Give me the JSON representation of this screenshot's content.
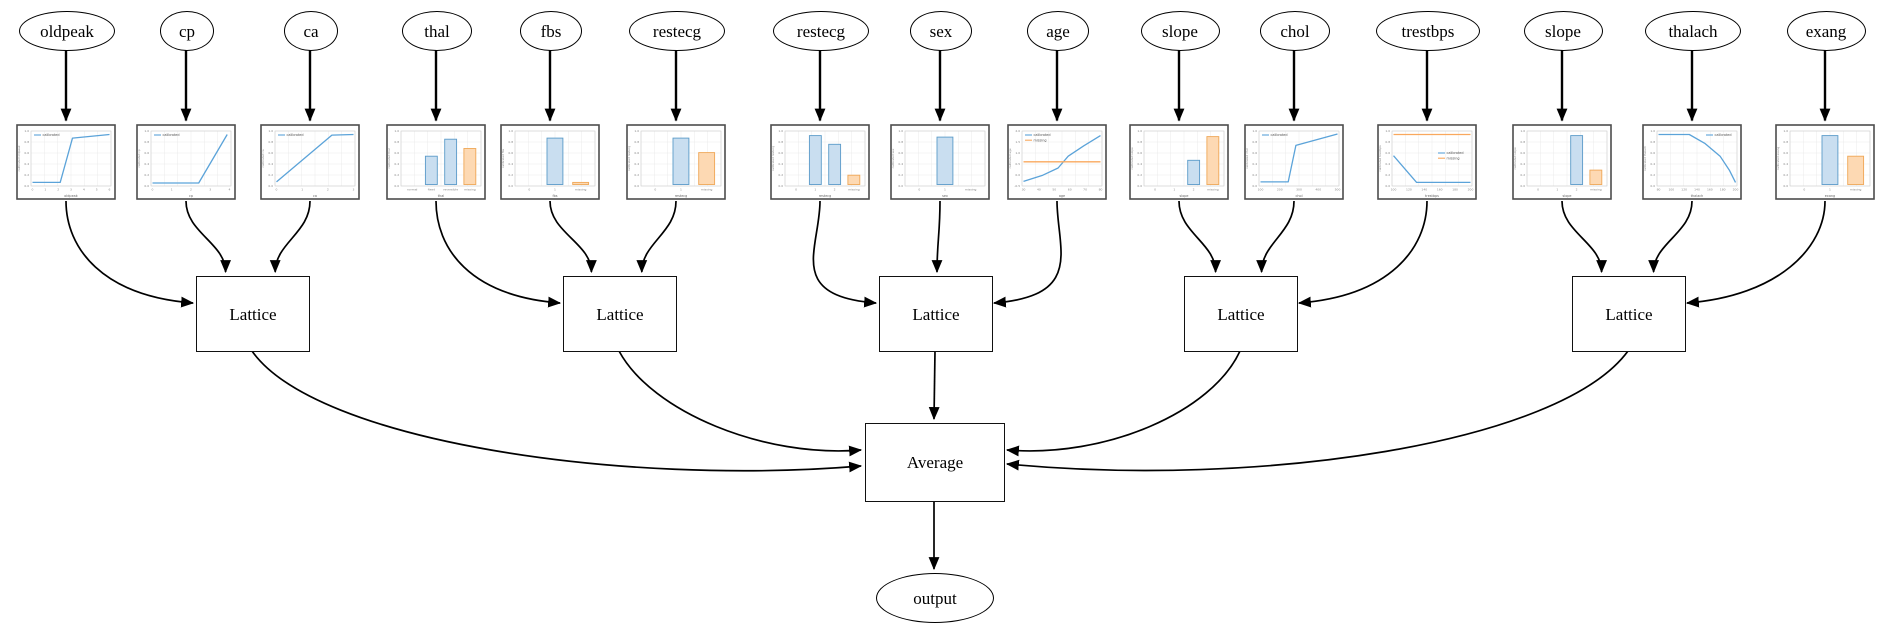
{
  "diagram": {
    "average_label": "Average",
    "output_label": "output",
    "colors": {
      "calibrated_line": "#5ba3d9",
      "missing_line": "#f9a85e",
      "bar_blue_fill": "#c9def0",
      "bar_blue_edge": "#5b9bc9",
      "bar_orange_fill": "#fdd9b3",
      "bar_orange_edge": "#efa757",
      "edge_stroke": "#000000"
    }
  },
  "groups": [
    {
      "lattice_label": "Lattice",
      "features": [
        0,
        1,
        2
      ]
    },
    {
      "lattice_label": "Lattice",
      "features": [
        3,
        4,
        5
      ]
    },
    {
      "lattice_label": "Lattice",
      "features": [
        6,
        7,
        8
      ]
    },
    {
      "lattice_label": "Lattice",
      "features": [
        9,
        10,
        11
      ]
    },
    {
      "lattice_label": "Lattice",
      "features": [
        12,
        13,
        14
      ]
    }
  ],
  "features": [
    {
      "label": "oldpeak",
      "plot": {
        "type": "line",
        "x_label": "oldpeak",
        "y_label": "calibrated oldpeak",
        "legend": [
          {
            "name": "calibrated",
            "color": "blue"
          }
        ],
        "legend_pos": "tl",
        "x_ticks": [
          "0",
          "1",
          "2",
          "3",
          "4",
          "5",
          "6"
        ],
        "y_ticks": [
          "1.0",
          "0.8",
          "0.6",
          "0.4",
          "0.2",
          "0.0"
        ],
        "series": [
          {
            "name": "calibrated",
            "color": "blue",
            "points": [
              [
                0,
                0.04
              ],
              [
                0.36,
                0.04
              ],
              [
                0.52,
                0.9
              ],
              [
                1,
                0.97
              ]
            ]
          }
        ]
      }
    },
    {
      "label": "cp",
      "plot": {
        "type": "line",
        "x_label": "cp",
        "y_label": "calibrated cp",
        "legend": [
          {
            "name": "calibrated",
            "color": "blue"
          }
        ],
        "legend_pos": "tl",
        "x_ticks": [
          "0",
          "1",
          "2",
          "3",
          "4"
        ],
        "y_ticks": [
          "1.0",
          "0.8",
          "0.6",
          "0.4",
          "0.2",
          "0.0"
        ],
        "series": [
          {
            "name": "calibrated",
            "color": "blue",
            "points": [
              [
                0,
                0.03
              ],
              [
                0.6,
                0.03
              ],
              [
                0.97,
                0.97
              ]
            ]
          }
        ]
      }
    },
    {
      "label": "ca",
      "plot": {
        "type": "line",
        "x_label": "ca",
        "y_label": "calibrated ca",
        "legend": [
          {
            "name": "calibrated",
            "color": "blue"
          }
        ],
        "legend_pos": "tl",
        "x_ticks": [
          "0",
          "1",
          "2",
          "3"
        ],
        "y_ticks": [
          "1.0",
          "0.8",
          "0.6",
          "0.4",
          "0.2",
          "0.0"
        ],
        "series": [
          {
            "name": "calibrated",
            "color": "blue",
            "points": [
              [
                0,
                0.05
              ],
              [
                0.72,
                0.96
              ],
              [
                1,
                0.97
              ]
            ]
          }
        ]
      }
    },
    {
      "label": "thal",
      "plot": {
        "type": "bar",
        "x_label": "thal",
        "y_label": "calibrated thal",
        "y_ticks": [
          "1.0",
          "0.8",
          "0.6",
          "0.4",
          "0.2",
          "0.0"
        ],
        "categories": [
          "normal",
          "fixed",
          "reversible",
          "missing"
        ],
        "values": [
          0,
          0.55,
          0.88,
          0.7
        ],
        "colors": [
          "blue",
          "blue",
          "blue",
          "orange"
        ]
      }
    },
    {
      "label": "fbs",
      "plot": {
        "type": "bar",
        "x_label": "fbs",
        "y_label": "calibrated fbs",
        "y_ticks": [
          "1.0",
          "0.8",
          "0.6",
          "0.4",
          "0.2",
          "0.0"
        ],
        "categories": [
          "0",
          "1",
          "missing"
        ],
        "values": [
          0,
          0.9,
          0.04
        ],
        "colors": [
          "blue",
          "blue",
          "orange"
        ]
      }
    },
    {
      "label": "restecg",
      "plot": {
        "type": "bar",
        "x_label": "restecg",
        "y_label": "calibrated restecg",
        "y_ticks": [
          "1.0",
          "0.8",
          "0.6",
          "0.4",
          "0.2",
          "0.0"
        ],
        "categories": [
          "0",
          "1",
          "missing"
        ],
        "values": [
          0,
          0.9,
          0.62
        ],
        "colors": [
          "blue",
          "blue",
          "orange"
        ]
      }
    },
    {
      "label": "restecg",
      "plot": {
        "type": "bar",
        "x_label": "restecg",
        "y_label": "calibrated restecg",
        "y_ticks": [
          "1.0",
          "0.8",
          "0.6",
          "0.4",
          "0.2",
          "0.0"
        ],
        "categories": [
          "0",
          "1",
          "2",
          "missing"
        ],
        "values": [
          0,
          0.95,
          0.78,
          0.18
        ],
        "colors": [
          "blue",
          "blue",
          "blue",
          "orange"
        ]
      }
    },
    {
      "label": "sex",
      "plot": {
        "type": "bar",
        "x_label": "sex",
        "y_label": "calibrated sex",
        "y_ticks": [
          "1.0",
          "0.8",
          "0.6",
          "0.4",
          "0.2",
          "0.0"
        ],
        "categories": [
          "0",
          "1",
          "missing"
        ],
        "values": [
          0,
          0.92,
          0
        ],
        "colors": [
          "blue",
          "blue",
          "orange"
        ]
      }
    },
    {
      "label": "age",
      "plot": {
        "type": "line",
        "x_label": "age",
        "y_label": "calibrated age",
        "legend": [
          {
            "name": "calibrated",
            "color": "blue"
          },
          {
            "name": "missing",
            "color": "orange"
          }
        ],
        "legend_pos": "tl",
        "x_ticks": [
          "30",
          "40",
          "50",
          "60",
          "70",
          "80"
        ],
        "y_ticks": [
          "2.0",
          "1.5",
          "1.0",
          "0.5",
          "0.0",
          "-0.5"
        ],
        "series": [
          {
            "name": "calibrated",
            "color": "blue",
            "points": [
              [
                0,
                0.06
              ],
              [
                0.25,
                0.18
              ],
              [
                0.45,
                0.32
              ],
              [
                0.58,
                0.55
              ],
              [
                0.78,
                0.75
              ],
              [
                1,
                0.95
              ]
            ]
          },
          {
            "name": "missing",
            "color": "orange",
            "points": [
              [
                0,
                0.44
              ],
              [
                1,
                0.44
              ]
            ]
          }
        ]
      }
    },
    {
      "label": "slope",
      "plot": {
        "type": "bar",
        "x_label": "slope",
        "y_label": "calibrated slope",
        "y_ticks": [
          "1.0",
          "0.8",
          "0.6",
          "0.4",
          "0.2",
          "0.0"
        ],
        "categories": [
          "0",
          "1",
          "2",
          "missing"
        ],
        "values": [
          0,
          0,
          0.47,
          0.93
        ],
        "colors": [
          "blue",
          "blue",
          "blue",
          "orange"
        ]
      }
    },
    {
      "label": "chol",
      "plot": {
        "type": "line",
        "x_label": "chol",
        "y_label": "calibrated chol",
        "legend": [
          {
            "name": "calibrated",
            "color": "blue"
          }
        ],
        "legend_pos": "tl",
        "x_ticks": [
          "100",
          "200",
          "300",
          "400",
          "500"
        ],
        "y_ticks": [
          "1.0",
          "0.8",
          "0.6",
          "0.4",
          "0.2",
          "0.0"
        ],
        "series": [
          {
            "name": "calibrated",
            "color": "blue",
            "points": [
              [
                0,
                0.05
              ],
              [
                0.36,
                0.05
              ],
              [
                0.46,
                0.76
              ],
              [
                1,
                0.98
              ]
            ]
          }
        ]
      }
    },
    {
      "label": "trestbps",
      "plot": {
        "type": "line",
        "x_label": "trestbps",
        "y_label": "calibrated trestbps",
        "legend": [
          {
            "name": "calibrated",
            "color": "blue"
          },
          {
            "name": "missing",
            "color": "orange"
          }
        ],
        "legend_pos": "rc",
        "x_ticks": [
          "100",
          "120",
          "140",
          "160",
          "180",
          "200"
        ],
        "y_ticks": [
          "1.0",
          "0.8",
          "0.6",
          "0.4",
          "0.2",
          "0.0"
        ],
        "series": [
          {
            "name": "calibrated",
            "color": "blue",
            "points": [
              [
                0,
                0.56
              ],
              [
                0.3,
                0.04
              ],
              [
                1,
                0.04
              ]
            ]
          },
          {
            "name": "missing",
            "color": "orange",
            "points": [
              [
                0,
                0.97
              ],
              [
                1,
                0.97
              ]
            ]
          }
        ]
      }
    },
    {
      "label": "slope",
      "plot": {
        "type": "bar",
        "x_label": "slope",
        "y_label": "calibrated slope",
        "y_ticks": [
          "1.0",
          "0.8",
          "0.6",
          "0.4",
          "0.2",
          "0.0"
        ],
        "categories": [
          "0",
          "1",
          "2",
          "missing"
        ],
        "values": [
          0,
          0,
          0.95,
          0.28
        ],
        "colors": [
          "blue",
          "blue",
          "blue",
          "orange"
        ]
      }
    },
    {
      "label": "thalach",
      "plot": {
        "type": "line",
        "x_label": "thalach",
        "y_label": "calibrated thalach",
        "legend": [
          {
            "name": "calibrated",
            "color": "blue"
          }
        ],
        "legend_pos": "tr",
        "x_ticks": [
          "80",
          "100",
          "120",
          "140",
          "160",
          "180",
          "200"
        ],
        "y_ticks": [
          "1.0",
          "0.8",
          "0.6",
          "0.4",
          "0.2",
          "0.0"
        ],
        "series": [
          {
            "name": "calibrated",
            "color": "blue",
            "points": [
              [
                0,
                0.97
              ],
              [
                0.4,
                0.97
              ],
              [
                0.6,
                0.8
              ],
              [
                0.8,
                0.55
              ],
              [
                0.92,
                0.28
              ],
              [
                1,
                0.04
              ]
            ]
          }
        ]
      }
    },
    {
      "label": "exang",
      "plot": {
        "type": "bar",
        "x_label": "exang",
        "y_label": "calibrated exang",
        "y_ticks": [
          "1.0",
          "0.8",
          "0.6",
          "0.4",
          "0.2",
          "0.0"
        ],
        "categories": [
          "0",
          "1",
          "missing"
        ],
        "values": [
          0,
          0.95,
          0.55
        ],
        "colors": [
          "blue",
          "blue",
          "orange"
        ]
      }
    }
  ]
}
